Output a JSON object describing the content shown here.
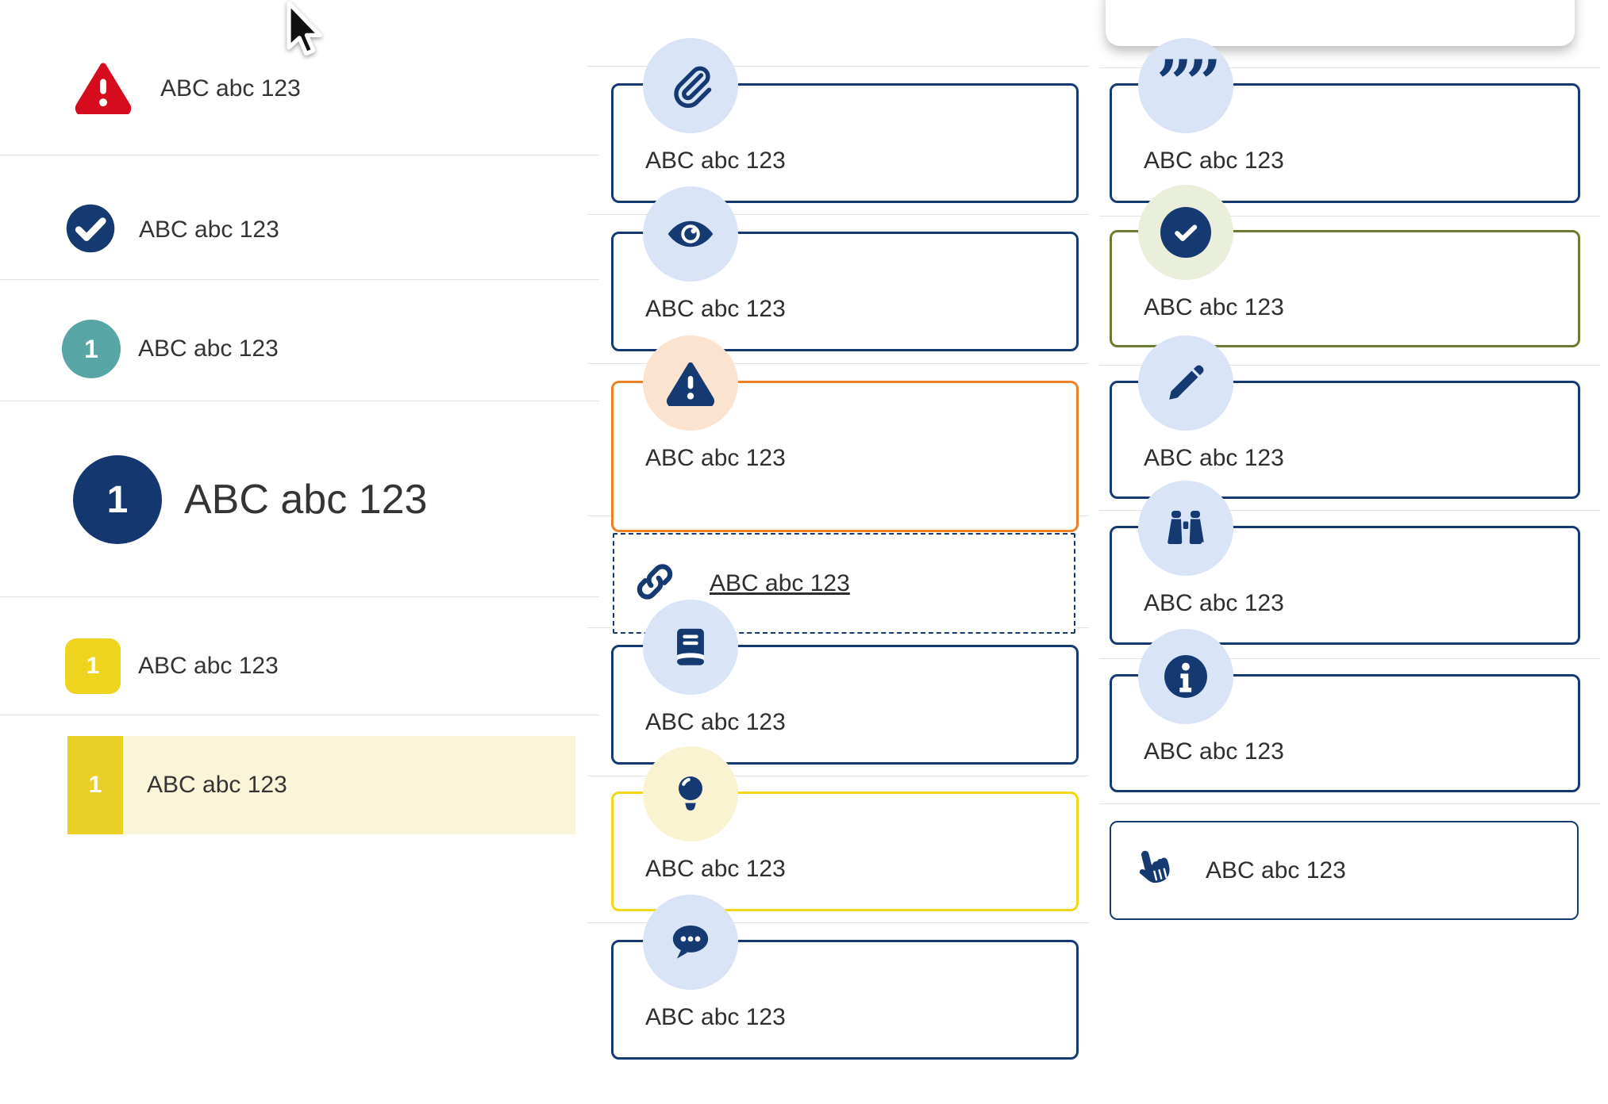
{
  "colors": {
    "navy": "#153a72",
    "red": "#d60b1d",
    "teal": "#58a5a5",
    "yellow": "#eed31f",
    "orange": "#ee8126",
    "olive": "#6b7c2e",
    "badge_blue": "#d9e4f7",
    "badge_peach": "#fbe3d0",
    "badge_yellow": "#faf3d2",
    "badge_green": "#e9efdb",
    "highlight_band": "#faf5d9"
  },
  "left_list": {
    "items": [
      {
        "icon": "alert-triangle-icon",
        "label": "ABC abc 123"
      },
      {
        "icon": "check-circle-icon",
        "label": "ABC abc 123"
      },
      {
        "icon": "teal-number-circle",
        "badge": "1",
        "label": "ABC abc 123"
      },
      {
        "icon": "navy-number-circle-large",
        "badge": "1",
        "label": "ABC abc 123"
      },
      {
        "icon": "yellow-number-square",
        "badge": "1",
        "label": "ABC abc 123"
      },
      {
        "icon": "yellow-number-square",
        "badge": "1",
        "label": "ABC abc 123",
        "highlighted": true
      }
    ]
  },
  "middle_callouts": [
    {
      "icon": "paperclip-icon",
      "variant": "navy",
      "label": "ABC abc 123"
    },
    {
      "icon": "eye-icon",
      "variant": "navy",
      "label": "ABC abc 123"
    },
    {
      "icon": "alert-triangle-icon",
      "variant": "orange",
      "label": "ABC abc 123"
    },
    {
      "icon": "link-icon",
      "variant": "dashed",
      "label": "ABC abc 123"
    },
    {
      "icon": "book-icon",
      "variant": "navy",
      "label": "ABC abc 123"
    },
    {
      "icon": "lightbulb-icon",
      "variant": "yellow",
      "label": "ABC abc 123"
    },
    {
      "icon": "chat-icon",
      "variant": "navy",
      "label": "ABC abc 123"
    }
  ],
  "right_callouts": [
    {
      "icon": "quote-icon",
      "variant": "navy",
      "label": "ABC abc 123"
    },
    {
      "icon": "check-circle-icon",
      "variant": "olive",
      "label": "ABC abc 123"
    },
    {
      "icon": "pencil-icon",
      "variant": "navy",
      "label": "ABC abc 123"
    },
    {
      "icon": "binoculars-icon",
      "variant": "navy",
      "label": "ABC abc 123"
    },
    {
      "icon": "info-icon",
      "variant": "navy",
      "label": "ABC abc 123"
    },
    {
      "icon": "hand-pointer-icon",
      "variant": "navy-inline",
      "label": "ABC abc 123"
    }
  ],
  "icons": {
    "quote_glyph": "””"
  }
}
